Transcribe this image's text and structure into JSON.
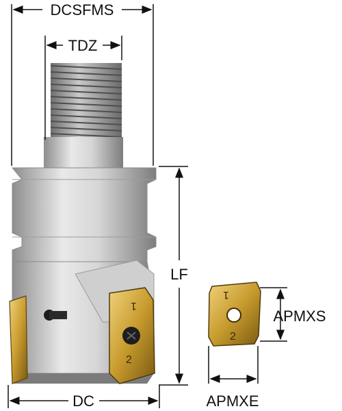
{
  "labels": {
    "dcsfms": "DCSFMS",
    "tdz": "TDZ",
    "lf": "LF",
    "dc": "DC",
    "apmxs": "APMXS",
    "apmxe": "APMXE"
  },
  "insert_markings": {
    "upper_digit": "1",
    "lower_digit": "2"
  },
  "colors": {
    "dimension_line": "#111111",
    "thread": "#9a9a9a",
    "shank": "#c9c9c9",
    "body": "#bdbdbd",
    "insert_gold": "#c8a23c",
    "screw": "#222222"
  },
  "icons": [
    "torx-screw-icon",
    "coolant-hole-icon"
  ]
}
